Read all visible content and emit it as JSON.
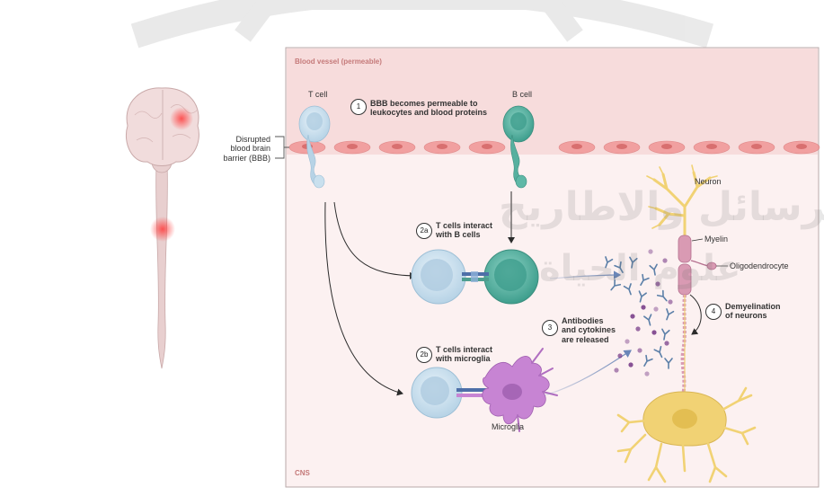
{
  "panel": {
    "blood_vessel_label": "Blood vessel (permeable)",
    "cns_label": "CNS"
  },
  "left": {
    "bbb_label_line1": "Disrupted",
    "bbb_label_line2": "blood brain",
    "bbb_label_line3": "barrier (BBB)"
  },
  "cells": {
    "t_cell": "T cell",
    "b_cell": "B cell",
    "microglia": "Microglia",
    "neuron": "Neuron",
    "myelin": "Myelin",
    "oligodendrocyte": "Oligodendrocyte"
  },
  "steps": [
    {
      "num": "1",
      "line1": "BBB becomes permeable to",
      "line2": "leukocytes and blood proteins"
    },
    {
      "num": "2a",
      "line1": "T cells interact",
      "line2": "with B cells"
    },
    {
      "num": "2b",
      "line1": "T cells interact",
      "line2": "with microglia"
    },
    {
      "num": "3",
      "line1": "Antibodies",
      "line2": "and cytokines",
      "line3": "are released"
    },
    {
      "num": "4",
      "line1": "Demyelination",
      "line2": "of neurons"
    }
  ],
  "watermark": {
    "line1": "الرسائل والاطاريح",
    "line2": "علوم الحياة"
  },
  "colors": {
    "vessel": "#f6dada",
    "cns": "#fcefef",
    "endothelial": "#ef8c8c",
    "t_cell": "#c9e0ee",
    "b_cell": "#5fb8a7",
    "microglia": "#c784d3",
    "neuron": "#f1d274",
    "myelin": "#d99ab3",
    "antibody": "#5b7fa8",
    "cytokine": "#7a3f8a"
  }
}
